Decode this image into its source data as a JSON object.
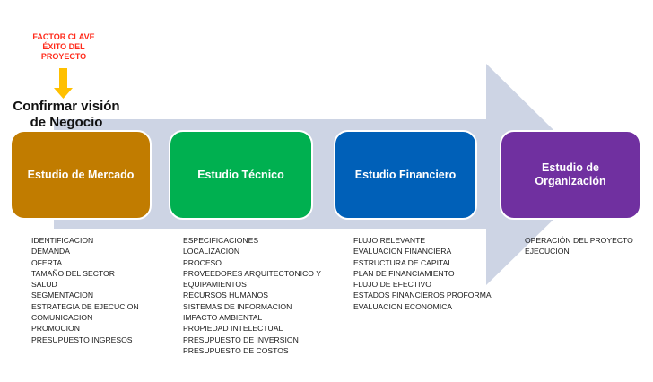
{
  "colors": {
    "arrow_fill": "#cdd4e4",
    "factor_text": "#ff2a1a",
    "yellow_arrow": "#ffc000",
    "mercado": "#c17c00",
    "tecnico": "#00b050",
    "financiero": "#0060b8",
    "organizacion": "#7030a0"
  },
  "factor_clave": {
    "lines": [
      "FACTOR CLAVE",
      "ÉXITO DEL",
      "PROYECTO"
    ],
    "icon": "down-arrow-icon"
  },
  "vision": {
    "line1": "Confirmar visión",
    "line2": "de Negocio"
  },
  "stages": [
    {
      "title_lines": [
        "Estudio de Mercado"
      ],
      "items": [
        "IDENTIFICACION",
        "DEMANDA",
        "OFERTA",
        "TAMAÑO DEL SECTOR",
        "SALUD",
        "SEGMENTACION",
        "ESTRATEGIA DE EJECUCION",
        "COMUNICACION",
        "PROMOCION",
        "PRESUPUESTO INGRESOS"
      ]
    },
    {
      "title_lines": [
        "Estudio Técnico"
      ],
      "items": [
        "ESPECIFICACIONES",
        "LOCALIZACION",
        "PROCESO",
        "PROVEEDORES ARQUITECTONICO Y",
        "EQUIPAMIENTOS",
        "RECURSOS HUMANOS",
        "SISTEMAS DE INFORMACION",
        "IMPACTO AMBIENTAL",
        "PROPIEDAD INTELECTUAL",
        "PRESUPUESTO DE INVERSION",
        "PRESUPUESTO DE COSTOS"
      ]
    },
    {
      "title_lines": [
        "Estudio Financiero"
      ],
      "items": [
        "FLUJO RELEVANTE",
        "EVALUACION FINANCIERA",
        "ESTRUCTURA DE CAPITAL",
        "PLAN DE FINANCIAMIENTO",
        "FLUJO DE EFECTIVO",
        "ESTADOS FINANCIEROS PROFORMA",
        "EVALUACION ECONOMICA"
      ]
    },
    {
      "title_lines": [
        "Estudio de",
        "Organización"
      ],
      "items": [
        "OPERACIÓN DEL PROYECTO",
        "EJECUCION"
      ]
    }
  ]
}
